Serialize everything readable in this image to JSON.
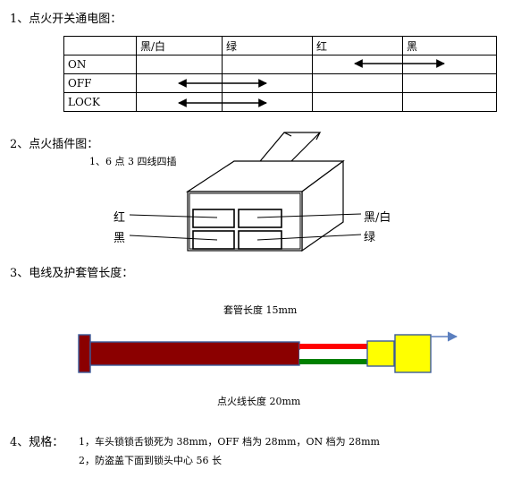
{
  "section1": {
    "heading": "1、点火开关通电图：",
    "columns": [
      "",
      "黑/白",
      "绿",
      "红",
      "黑"
    ],
    "rows": [
      "ON",
      "OFF",
      "LOCK"
    ]
  },
  "section2": {
    "heading": "2、点火插件图：",
    "subheading": "1、6 点 3 四线四插",
    "labels": {
      "red": "红",
      "black": "黑",
      "black_white": "黑/白",
      "green": "绿"
    }
  },
  "section3": {
    "heading": "3、电线及护套管长度：",
    "sleeve_label": "套管长度 15mm",
    "wire_label": "点火线长度 20mm"
  },
  "section4": {
    "heading": "4、规格：",
    "item1": "1，车头锁锁舌锁死为 38mm，OFF 档为 28mm，ON 档为 28mm",
    "item2": "2，防盗盖下面到锁头中心 56 长"
  },
  "colors": {
    "wire_body": "#8b0000",
    "wire_red": "#ff0000",
    "wire_green": "#008000",
    "connector": "#ffff00",
    "arrow": "#5b7fbf"
  }
}
